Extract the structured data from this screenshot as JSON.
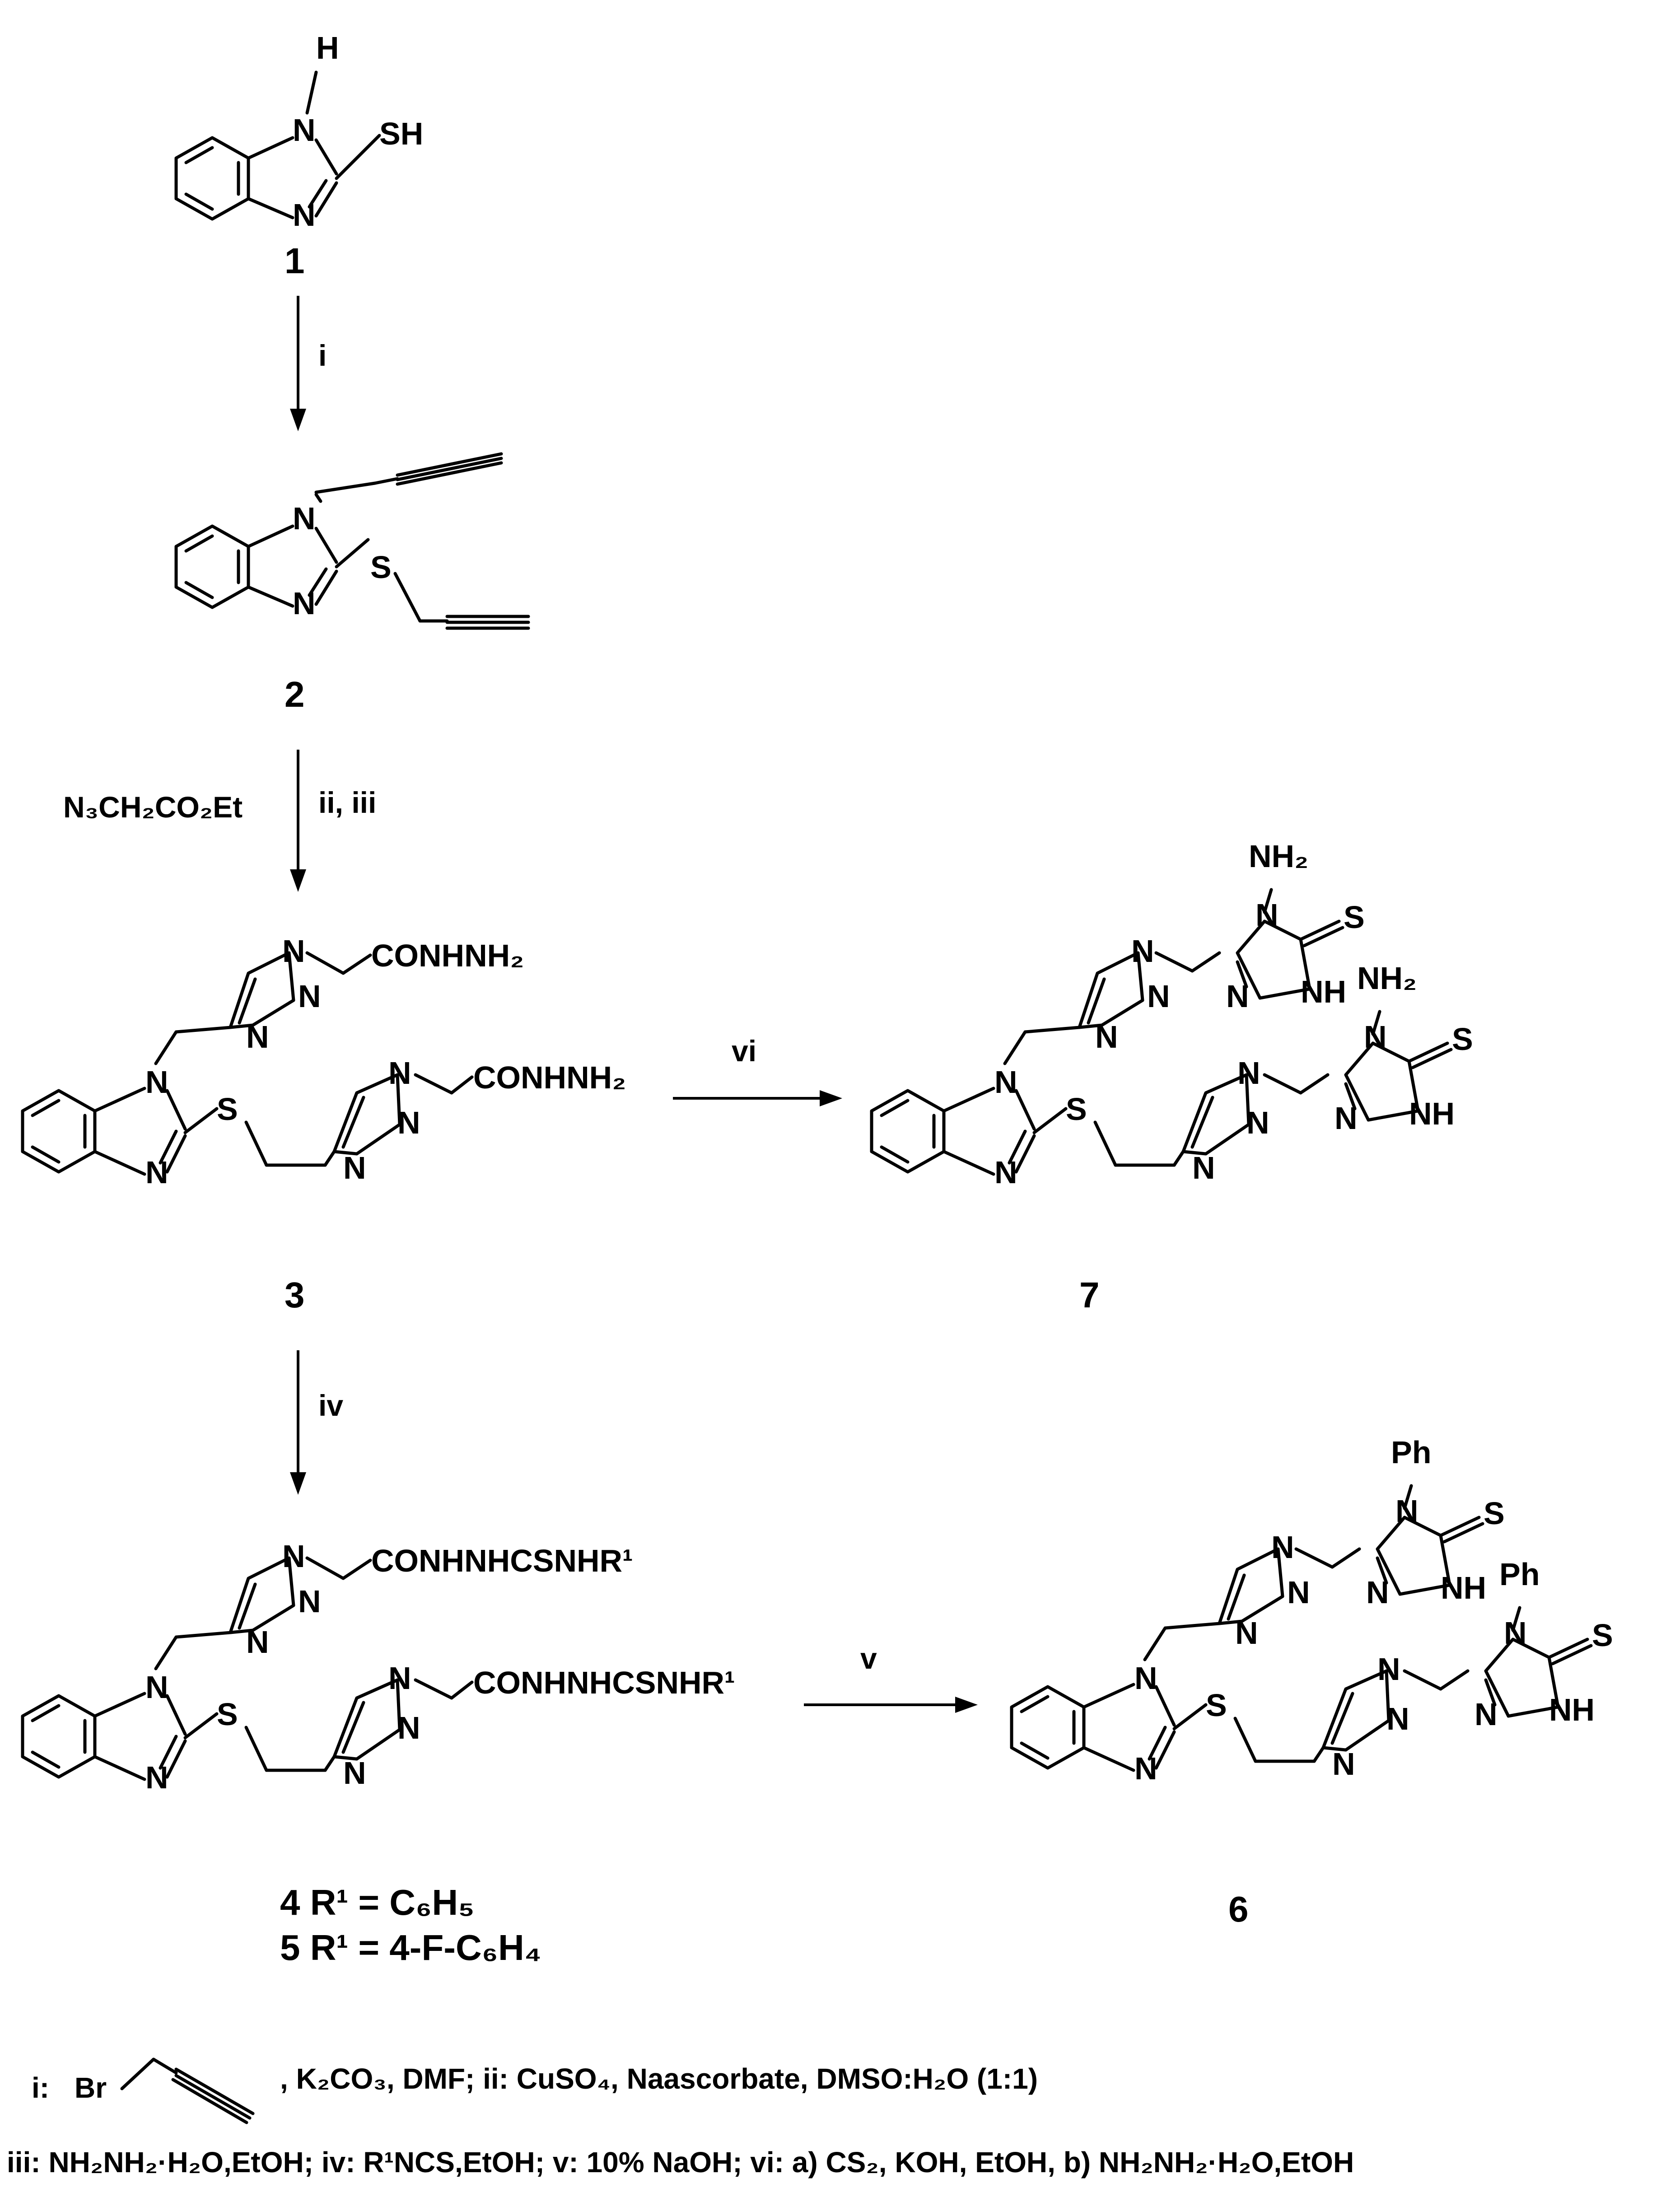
{
  "compounds": {
    "c1": "1",
    "c2": "2",
    "c3": "3",
    "c7": "7",
    "c6": "6",
    "c4_line": "4 R¹ = C₆H₅",
    "c5_line": "5 R¹ = 4-F-C₆H₄"
  },
  "atoms": {
    "H": "H",
    "N": "N",
    "SH": "SH",
    "S": "S",
    "NH": "NH",
    "NH2": "NH₂",
    "Ph": "Ph",
    "hydrazide": "CONHNH₂",
    "thiosemicarbazide": "CONHNHCSNHR¹"
  },
  "arrows": {
    "step1": "i",
    "step2": "ii, iii",
    "step2_reagent": "N₃CH₂CO₂Et",
    "step3": "vi",
    "step4": "iv",
    "step5": "v"
  },
  "conditions": {
    "line1_prefix": "i:",
    "line1_br": "Br",
    "line1_rest": ", K₂CO₃, DMF; ii: CuSO₄, Naascorbate, DMSO:H₂O (1:1)",
    "line2": "iii: NH₂NH₂·H₂O,EtOH; iv: R¹NCS,EtOH; v: 10% NaOH; vi: a) CS₂, KOH, EtOH, b) NH₂NH₂·H₂O,EtOH"
  }
}
